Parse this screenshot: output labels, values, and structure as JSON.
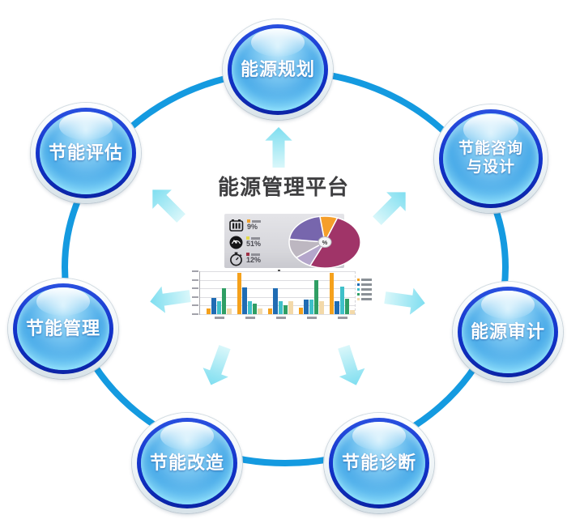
{
  "title": {
    "text": "能源管理平台"
  },
  "colors": {
    "ring": "#149ae0",
    "arrow_light": "#d9f7fa",
    "arrow_dark": "#7fdef0",
    "sphere_border": "#1232c8",
    "sphere_fill": "#46a8e8",
    "title_text": "#3e3e40"
  },
  "nodes": [
    {
      "name": "energy-planning",
      "lines": [
        "能源规划"
      ]
    },
    {
      "name": "energy-consulting-design",
      "lines": [
        "节能咨询",
        "与设计"
      ]
    },
    {
      "name": "energy-audit",
      "lines": [
        "能源审计"
      ]
    },
    {
      "name": "energy-diagnosis",
      "lines": [
        "节能诊断"
      ]
    },
    {
      "name": "energy-retrofit",
      "lines": [
        "节能改造"
      ]
    },
    {
      "name": "energy-management",
      "lines": [
        "节能管理"
      ]
    },
    {
      "name": "energy-evaluation",
      "lines": [
        "节能评估"
      ]
    }
  ],
  "dashboard": {
    "hub_label": "%",
    "legend": [
      {
        "icon": "battery-icon",
        "percent": "9%",
        "swatch": "#f0a12e"
      },
      {
        "icon": "gauge-icon",
        "percent": "51%",
        "swatch": "#e3d94c"
      },
      {
        "icon": "stopwatch-icon",
        "percent": "12%",
        "swatch": "#9e2f44"
      }
    ]
  },
  "chart_data": [
    {
      "type": "pie",
      "title": "",
      "start_angle_deg": -8,
      "slices": [
        {
          "label": "",
          "value": 8,
          "color": "#f59e2a"
        },
        {
          "label": "",
          "value": 51,
          "color": "#a03468"
        },
        {
          "label": "",
          "value": 8,
          "color": "#b4a6cb"
        },
        {
          "label": "",
          "value": 12,
          "color": "#bdb7c1"
        },
        {
          "label": "",
          "value": 21,
          "color": "#7766ad"
        }
      ],
      "legend_percents": [
        "9%",
        "51%",
        "12%"
      ],
      "legend_position": "left"
    },
    {
      "type": "bar",
      "title": "",
      "categories": [
        "",
        "",
        "",
        "",
        ""
      ],
      "series": [
        {
          "name": "series-orange",
          "color": "#f5a11c",
          "values": [
            13,
            98,
            13,
            15,
            98
          ]
        },
        {
          "name": "series-blue",
          "color": "#1f6cb4",
          "values": [
            38,
            64,
            62,
            34,
            30
          ]
        },
        {
          "name": "series-cyan",
          "color": "#3fc0c9",
          "values": [
            30,
            30,
            30,
            34,
            65
          ]
        },
        {
          "name": "series-green",
          "color": "#2f9e64",
          "values": [
            62,
            26,
            22,
            80,
            36
          ]
        },
        {
          "name": "series-cream",
          "color": "#f3d9a9",
          "values": [
            14,
            13,
            30,
            30,
            10
          ]
        }
      ],
      "ylim": [
        0,
        100
      ],
      "grid": true,
      "legend_position": "right"
    }
  ]
}
